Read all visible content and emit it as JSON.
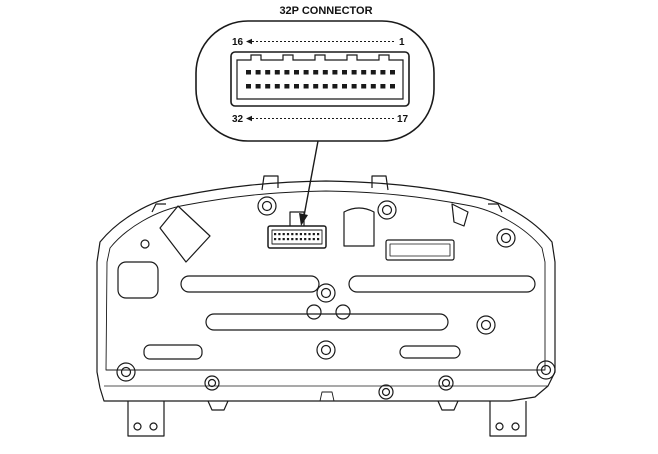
{
  "title": "32P CONNECTOR",
  "pins": {
    "top_left": "16",
    "top_right": "1",
    "bottom_left": "32",
    "bottom_right": "17"
  },
  "colors": {
    "line": "#1a1a1a",
    "background": "#ffffff"
  }
}
